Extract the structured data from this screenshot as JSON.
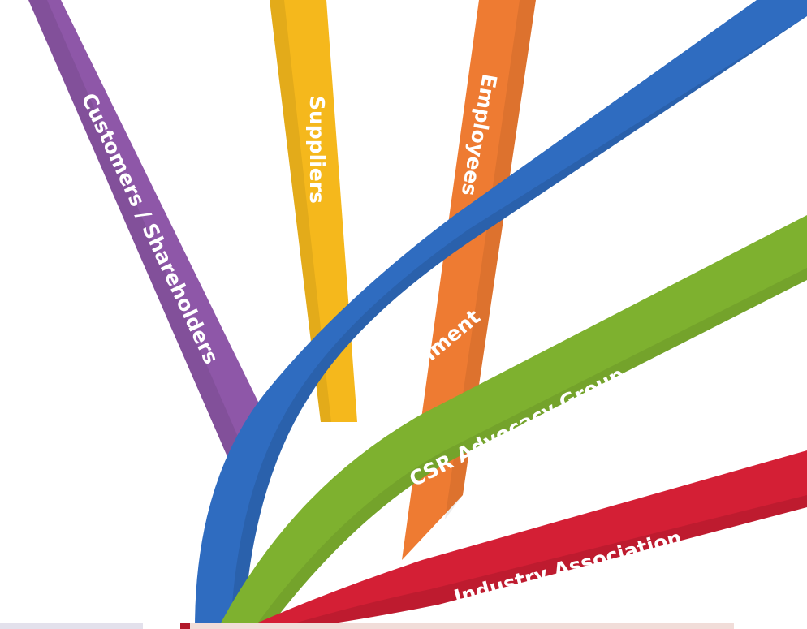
{
  "ribbons": [
    {
      "id": "customers",
      "label": "Customers / Shareholders",
      "color": "#8e57a8"
    },
    {
      "id": "suppliers",
      "label": "Suppliers",
      "color": "#f5b81c"
    },
    {
      "id": "employees",
      "label": "Employees",
      "color": "#ee7b32"
    },
    {
      "id": "government",
      "label": "Government",
      "color": "#2f6cc0"
    },
    {
      "id": "csr",
      "label": "CSR Advocacy Group",
      "color": "#7eb12f"
    },
    {
      "id": "industry",
      "label": "Industry Association",
      "color": "#d41f35"
    }
  ],
  "footer": {
    "left_block_color": "#e3e1ec",
    "accent_color": "#b2182b",
    "right_block_color": "#f1ddd9"
  }
}
